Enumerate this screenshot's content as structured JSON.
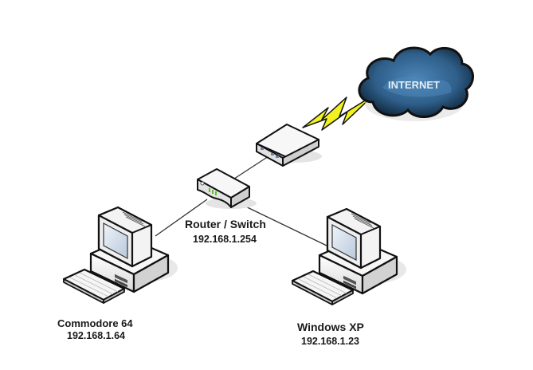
{
  "diagram": {
    "title": "Home network diagram",
    "colors": {
      "background": "#ffffff",
      "link_line": "#333333",
      "cloud_fill": "#2f5f8a",
      "cloud_dark": "#0d2236",
      "lightning": "#f2f21e",
      "device_body": "#f0f0f0",
      "outline": "#111111",
      "screen": "#d8e2ee",
      "status_led": "#5fbf2a"
    },
    "nodes": {
      "internet": {
        "label": "INTERNET",
        "icon": "cloud-icon"
      },
      "modem": {
        "label": "",
        "icon": "modem-icon"
      },
      "router": {
        "label": "Router / Switch",
        "ip": "192.168.1.254",
        "icon": "router-icon"
      },
      "commodore": {
        "label": "Commodore 64",
        "ip": "192.168.1.64",
        "icon": "desktop-computer-icon"
      },
      "winxp": {
        "label": "Windows XP",
        "ip": "192.168.1.23",
        "icon": "desktop-computer-icon"
      }
    },
    "links": [
      {
        "from": "internet",
        "to": "modem",
        "type": "wireless"
      },
      {
        "from": "modem",
        "to": "router",
        "type": "wired"
      },
      {
        "from": "router",
        "to": "commodore",
        "type": "wired"
      },
      {
        "from": "router",
        "to": "winxp",
        "type": "wired"
      }
    ]
  }
}
